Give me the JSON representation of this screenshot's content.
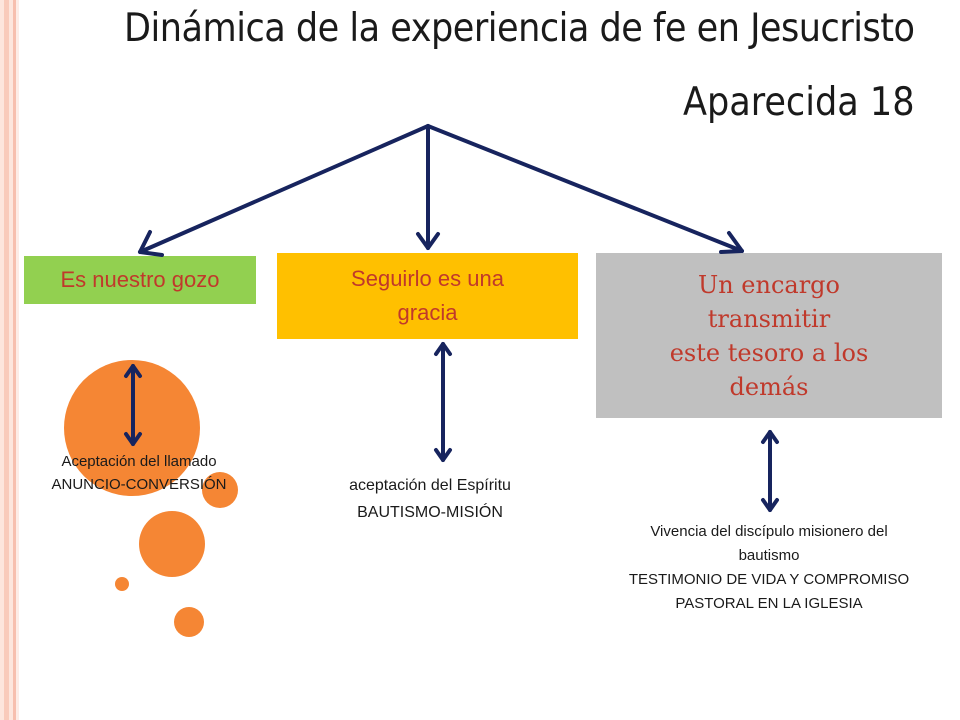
{
  "title": "Dinámica de la experiencia de fe  en Jesucristo",
  "subtitle": "Aparecida 18",
  "boxes": [
    {
      "label": "Es nuestro gozo"
    },
    {
      "line1": "Seguirlo es una",
      "line2": "gracia"
    },
    {
      "line1": "Un encargo",
      "line2": "transmitir",
      "line3": "este tesoro a los",
      "line4": "demás"
    }
  ],
  "captions": [
    {
      "line1": "Aceptación del  llamado",
      "line2": "ANUNCIO-CONVERSIÓN"
    },
    {
      "line1": "aceptación del Espíritu",
      "line2": "BAUTISMO-MISIÓN"
    },
    {
      "line1": "Vivencia del discípulo misionero  del",
      "line2": "bautismo",
      "line3": "TESTIMONIO DE VIDA Y COMPROMISO",
      "line4": "PASTORAL  EN LA IGLESIA"
    }
  ],
  "colors": {
    "arrow": "#17245e",
    "box1": "#92d050",
    "box2": "#ffc000",
    "box3": "#c0c0c0",
    "box_text": "#c0392b",
    "circle": "#f58634",
    "stripe_light": "#fde3da",
    "stripe_dark": "#f8c4b4"
  }
}
